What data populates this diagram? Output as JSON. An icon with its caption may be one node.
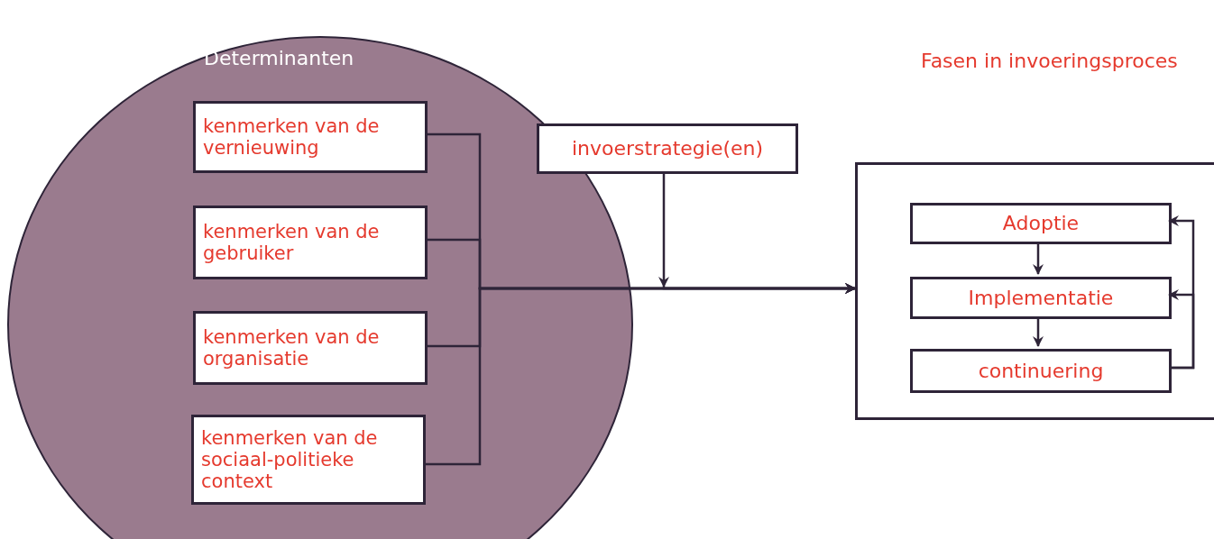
{
  "diagram": {
    "nodes": [
      {
        "text": [
          "Determinanten"
        ]
      },
      {
        "text": [
          "kenmerken van de vernieuwing"
        ],
        "in": 0
      },
      {
        "text": [
          "kenmerken van de gebruiker"
        ],
        "in": 0
      },
      {
        "text": [
          "kenmerken van de organisatie"
        ],
        "in": 0
      },
      {
        "text": [
          "kenmerken van de sociaal-politieke context"
        ],
        "in": 0
      },
      {
        "text": [
          "invoerstrategie(en)"
        ]
      },
      {
        "text": [
          "Fasen in invoeringsproces"
        ]
      },
      {
        "text": [
          "Adoptie"
        ],
        "in": 6
      },
      {
        "text": [
          "Implementatie"
        ],
        "in": 6
      },
      {
        "text": [
          "continuering"
        ],
        "in": 6
      }
    ],
    "edges": [
      {
        "from": 1,
        "to": 6,
        "arrow": "to"
      },
      {
        "from": 2,
        "to": 6,
        "arrow": "to"
      },
      {
        "from": 3,
        "to": 6,
        "arrow": "to"
      },
      {
        "from": 4,
        "to": 6,
        "arrow": "to"
      },
      {
        "from": 5,
        "to": 6,
        "arrow": "to"
      },
      {
        "from": 7,
        "to": 8,
        "arrow": "to"
      },
      {
        "from": 8,
        "to": 9,
        "arrow": "to"
      },
      {
        "from": 9,
        "to": 7,
        "arrow": "to"
      },
      {
        "from": 9,
        "to": 8,
        "arrow": "to"
      }
    ]
  }
}
